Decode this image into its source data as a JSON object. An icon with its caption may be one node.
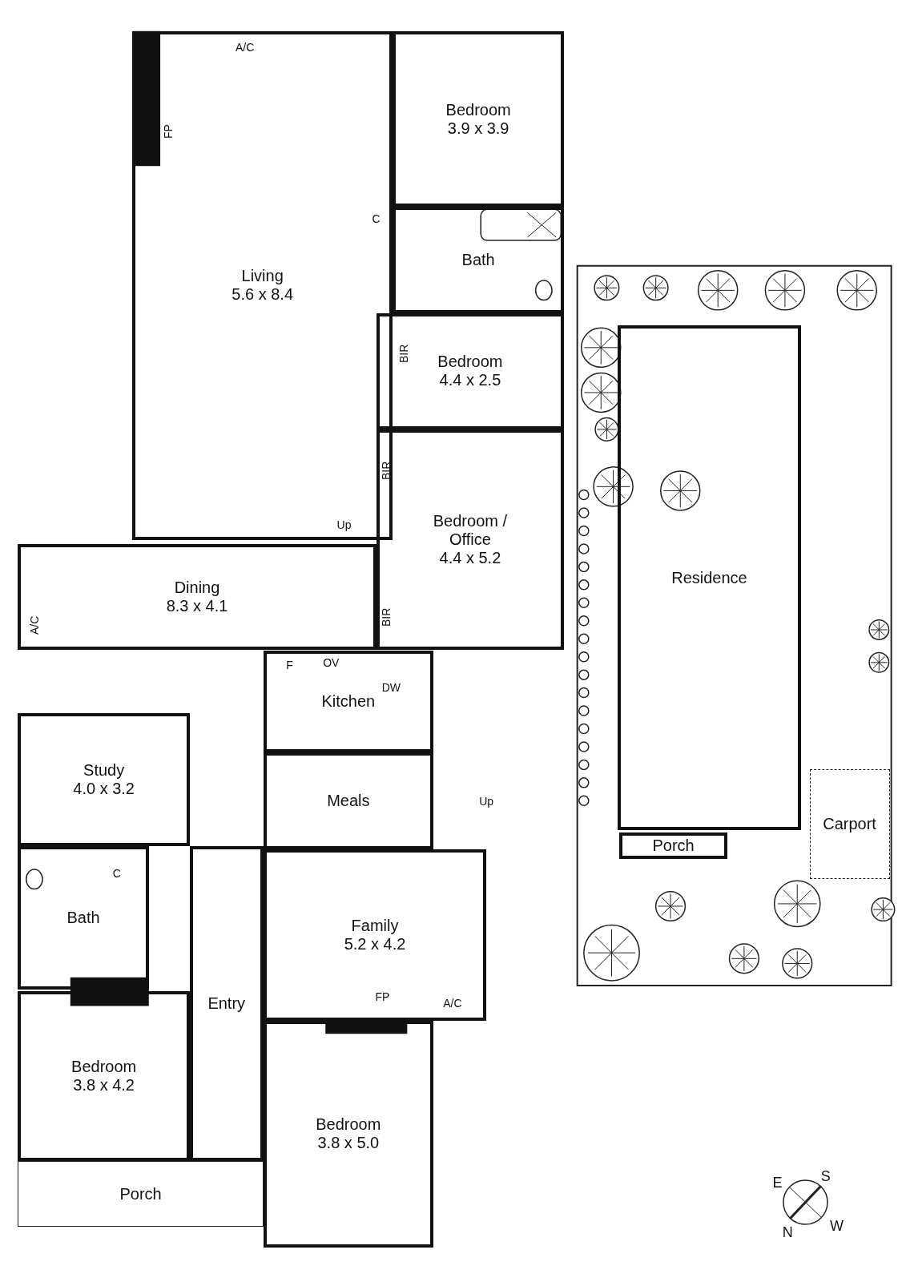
{
  "diagram": {
    "nodes": [
      {
        "text": [
          "Living",
          "5.6 x 8.4"
        ]
      },
      {
        "text": [
          "Bedroom",
          "3.9 x 3.9"
        ]
      },
      {
        "text": [
          "Bath"
        ]
      },
      {
        "text": [
          "Bedroom",
          "4.4 x 2.5"
        ]
      },
      {
        "text": [
          "Bedroom / Office",
          "4.4 x 5.2"
        ]
      },
      {
        "text": [
          "Dining",
          "8.3 x 4.1"
        ]
      },
      {
        "text": [
          "Kitchen"
        ]
      },
      {
        "text": [
          "Meals"
        ]
      },
      {
        "text": [
          "Study",
          "4.0 x 3.2"
        ]
      },
      {
        "text": [
          "Bath"
        ]
      },
      {
        "text": [
          "Family",
          "5.2 x 4.2"
        ]
      },
      {
        "text": [
          "Bedroom",
          "3.8 x 4.2"
        ]
      },
      {
        "text": [
          "Entry"
        ]
      },
      {
        "text": [
          "Bedroom",
          "3.8 x 5.0"
        ]
      },
      {
        "text": [
          "Porch"
        ]
      },
      {
        "text": [
          "Residence"
        ]
      },
      {
        "text": [
          "Porch"
        ]
      },
      {
        "text": [
          "Carport"
        ]
      }
    ],
    "labels": [
      "A/C",
      "FP",
      "C",
      "BIR",
      "BIR",
      "Up",
      "BIR",
      "A/C",
      "F",
      "OV",
      "DW",
      "Up",
      "C",
      "FP",
      "A/C",
      "E",
      "S",
      "N",
      "W"
    ]
  }
}
